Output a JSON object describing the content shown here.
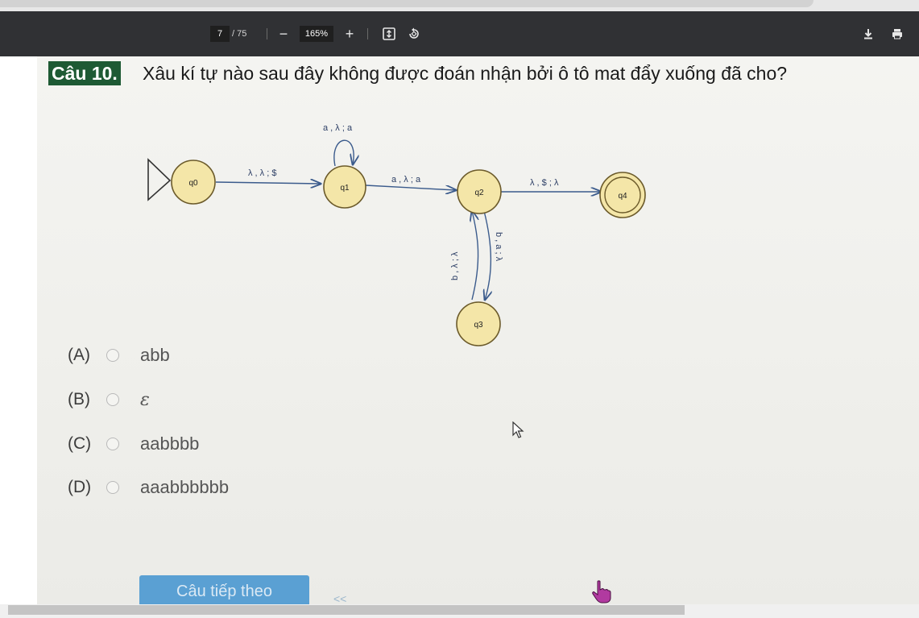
{
  "toolbar": {
    "current_page": "7",
    "page_total": "/ 75",
    "zoom_out_label": "−",
    "zoom_level": "165%",
    "zoom_in_label": "+",
    "icons": {
      "fit": "fit-page-icon",
      "rotate": "rotate-icon",
      "download": "download-icon",
      "print": "print-icon"
    }
  },
  "question": {
    "number": "Câu 10.",
    "text": "Xâu kí tự nào sau đây không được đoán nhận bởi ô tô mat đẩy xuống đã cho?"
  },
  "diagram": {
    "states": [
      "q0",
      "q1",
      "q2",
      "q3",
      "q4"
    ],
    "start_state": "q0",
    "final_state": "q4",
    "transitions": [
      {
        "from": "q0",
        "to": "q1",
        "label": "λ , λ ; $"
      },
      {
        "from": "q1",
        "to": "q1",
        "label": "a , λ ; a"
      },
      {
        "from": "q1",
        "to": "q2",
        "label": "a , λ ; a"
      },
      {
        "from": "q2",
        "to": "q4",
        "label": "λ , $ ; λ"
      },
      {
        "from": "q2",
        "to": "q3",
        "label": "b , a ; λ"
      },
      {
        "from": "q3",
        "to": "q2",
        "label": "b , λ ; λ"
      }
    ]
  },
  "options": [
    {
      "letter": "(A)",
      "text": "abb"
    },
    {
      "letter": "(B)",
      "text": "ε"
    },
    {
      "letter": "(C)",
      "text": "aabbbb"
    },
    {
      "letter": "(D)",
      "text": "aaabbbbbb"
    }
  ],
  "navigation": {
    "next_button": "Câu tiếp theo",
    "back_link": "<<"
  },
  "colors": {
    "toolbar_bg": "#303134",
    "question_badge": "#1e5a34",
    "state_fill": "#f4e6a8",
    "state_stroke": "#6b5a2a",
    "arrow": "#3b5b8c",
    "next_button": "#5aa0d3"
  }
}
